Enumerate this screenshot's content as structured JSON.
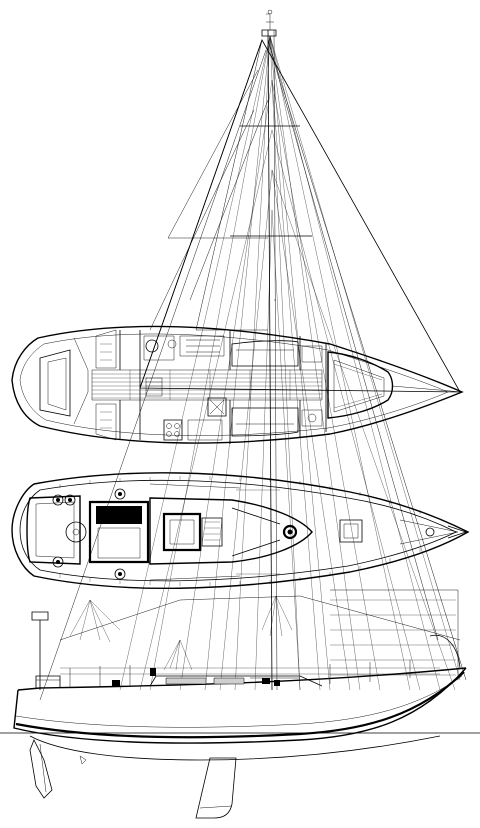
{
  "drawing": {
    "views": [
      "sail-plan",
      "accommodation-plan",
      "deck-plan",
      "hull-profile"
    ],
    "colors": {
      "line": "#000000",
      "background": "#ffffff"
    }
  }
}
